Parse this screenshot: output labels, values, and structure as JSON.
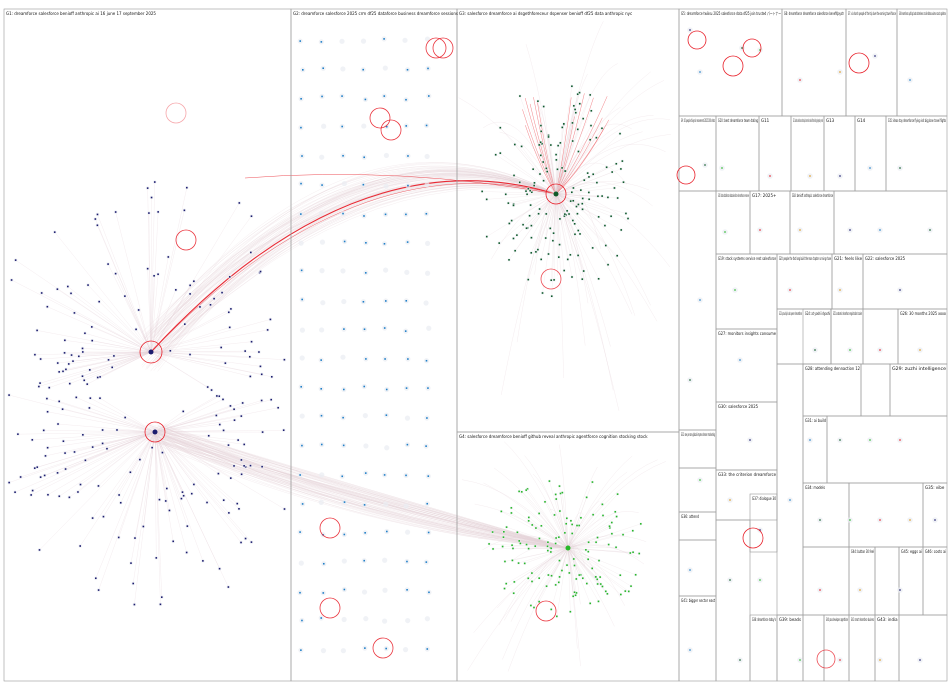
{
  "panels": {
    "g1": "G1: dreamforce salesforce benioff anthropic ai 16 june 17 september 2025",
    "g2": "G2: dreamforce salesforce 2025 crm df25 dataforce business dreamforce sessions",
    "g3": "G3: salesforce dreamforce ai dsgethforeceur dspenser benioff df25 data anthropic nyc",
    "g4": "G4: salesforce dreamforce benioff github reveal anthropic agentforce cognition stocking stock",
    "g5": "G5: dreamforce twiksu 2025 salesforce data df25 join trusted パートナー",
    "g6": "G6: dreamforce dreamforce salesforce benefitjoystr",
    "g7": "G7: via harsh people of the trip love the earning travel fiance",
    "g8": "G8: dreamforce quitting boats attendees crackle fatwa aviamor coasts goldman",
    "g9": "G9: 10 people fairysis movement 2025 100 shots",
    "g10": "G10: best dreamforce team dating",
    "g11": "G11",
    "g12": "G12: dumb salesforce anthropic dreamforce benioff marketing legendary mole",
    "g13": "G13",
    "g14": "G14",
    "g15": "G15: ideas stay dreamforce flying visit big plane travel flights",
    "g16": "G16: data dataforce datasalesforce dreamforce reserve",
    "g17": "G17: 2025+",
    "g18": "G18: benioff anthropic salesforce dreamforce",
    "g19": "G19: stock systems service rest salesforce",
    "g20": "G20: people the fast long build the man chapter running share",
    "g21": "G21: feels like",
    "g22": "G22: salesforce 2025",
    "g23": "G23: proud join ad opener dreamforce",
    "g24": "G24: at yoshii dyashi",
    "g25": "G25: anatomic dreamforce registration tracker",
    "g26": "G26: 30 months 2025 xoxo",
    "g27": "G27: monitors insights consume",
    "g28": "G28: attending dennaction 12",
    "g29": "G29: zuzhi intelligence",
    "g30": "G30: salesforce 2025",
    "g31": "G31: ai build",
    "g32": "G32: see person global impress dream marketing",
    "g33": "G33: the criterion dreamforce",
    "g34": "G34: models",
    "g35": "G35: vibe",
    "g36": "G36: attend",
    "g37": "G37: dialogue 30",
    "g38": "G38: dreamforce today's",
    "g39": "G39: beads",
    "g40": "G40: paso developers agentforce",
    "g41": "G41: bigger sector east",
    "g42": "G42: smart dreamforce business",
    "g43": "G43: india",
    "g44": "G44: button 30 feel",
    "g45": "G45: eggs ai",
    "g46": "G46: costs ai"
  },
  "colors": {
    "background": "#ffffff",
    "panel_border": "#9a9a9a",
    "edge": "#e4d2d8",
    "highlight_edge": "#e8202a",
    "g1_node": "#1c1c6e",
    "g2_node": "#1f7fc8",
    "g3_node": "#0f5a2a",
    "g4_node": "#28b828",
    "hub_ring": "#e8202a"
  }
}
